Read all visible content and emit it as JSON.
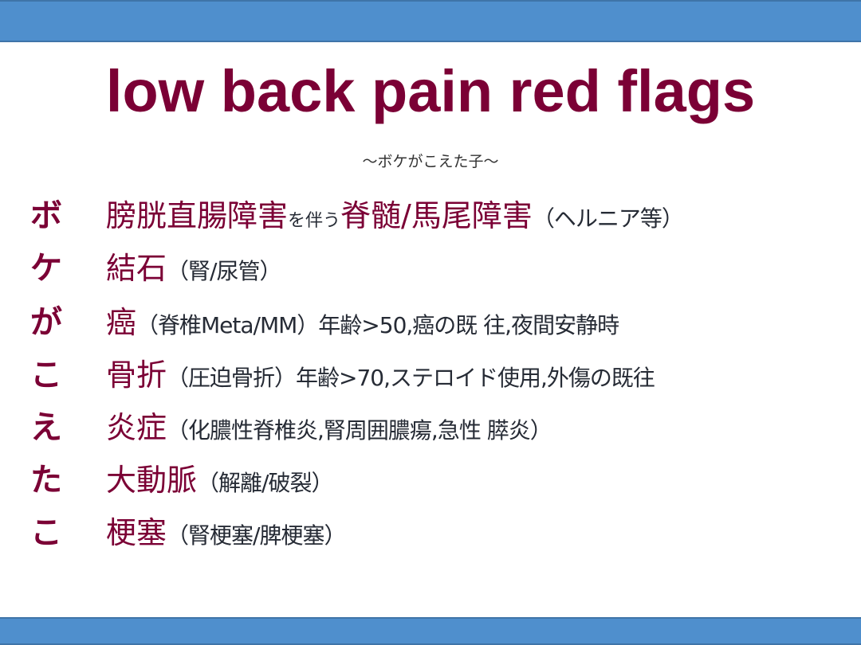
{
  "title": "low back pain red flags",
  "subtitle": "～ボケがこえた子～",
  "rows": [
    {
      "key": "ボ",
      "main": "膀胱直腸障害",
      "connector": "を伴う",
      "main2": "脊髄/馬尾障害",
      "detail": "（ヘルニア等）"
    },
    {
      "key": "ケ",
      "main": "結石",
      "detail": "（腎/尿管）"
    },
    {
      "key": "が",
      "main": "癌",
      "detail": "（脊椎Meta/MM）年齢>50,癌の既 往,夜間安静時"
    },
    {
      "key": "こ",
      "main": "骨折",
      "detail": "（圧迫骨折）年齢>70,ステロイド使用,外傷の既往"
    },
    {
      "key": "え",
      "main": "炎症",
      "detail": "（化膿性脊椎炎,腎周囲膿瘍,急性 膵炎）"
    },
    {
      "key": "た",
      "main": "大動脈",
      "detail": "（解離/破裂）"
    },
    {
      "key": "こ",
      "main": "梗塞",
      "detail": "（腎梗塞/脾梗塞）"
    }
  ],
  "colors": {
    "accent": "#7b0035",
    "bar": "#4f8fcd",
    "text": "#262b35"
  }
}
